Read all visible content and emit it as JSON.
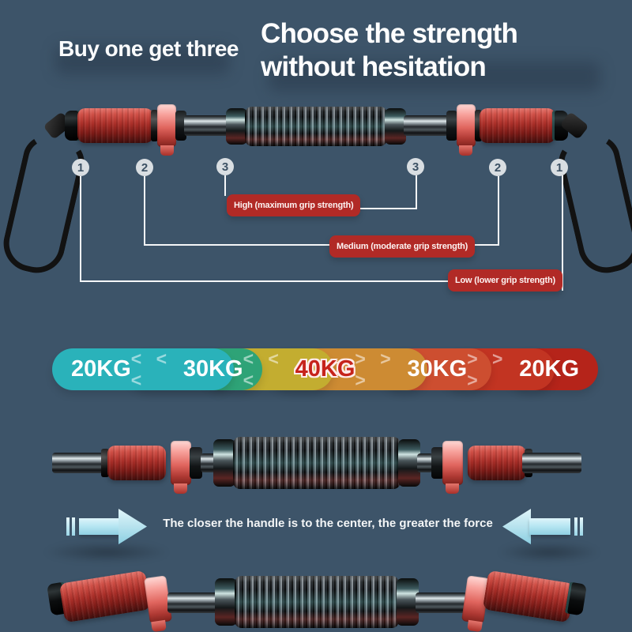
{
  "header": {
    "promo": "Buy one get three",
    "title": "Choose the strength without hesitation"
  },
  "callouts": {
    "markers": [
      {
        "n": "1"
      },
      {
        "n": "2"
      },
      {
        "n": "3"
      },
      {
        "n": "3"
      },
      {
        "n": "2"
      },
      {
        "n": "1"
      }
    ],
    "labels": [
      {
        "id": "high",
        "text": "High (maximum grip strength)"
      },
      {
        "id": "medium",
        "text": "Medium (moderate grip strength)"
      },
      {
        "id": "low",
        "text": "Low (lower grip strength)"
      }
    ]
  },
  "strength_bar": {
    "segments": [
      {
        "label": "20KG",
        "color": "#2ab2ba"
      },
      {
        "label": "30KG",
        "color": "#2ea377"
      },
      {
        "label": "40KG",
        "color": "#cd8b33",
        "highlight": true
      },
      {
        "label": "30KG",
        "color": "#cd4e30"
      },
      {
        "label": "20KG",
        "color": "#b5241a"
      }
    ],
    "chevron_left": "< < <",
    "chevron_right": "> > >"
  },
  "note": {
    "text": "The closer the handle is to the center, the greater the force"
  },
  "colors": {
    "background": "#3d5469",
    "label_red": "#b12a26",
    "highlight_red": "#c6231b",
    "arrow_blue": "#aadff0",
    "marker_fill": "#d9dee2"
  }
}
